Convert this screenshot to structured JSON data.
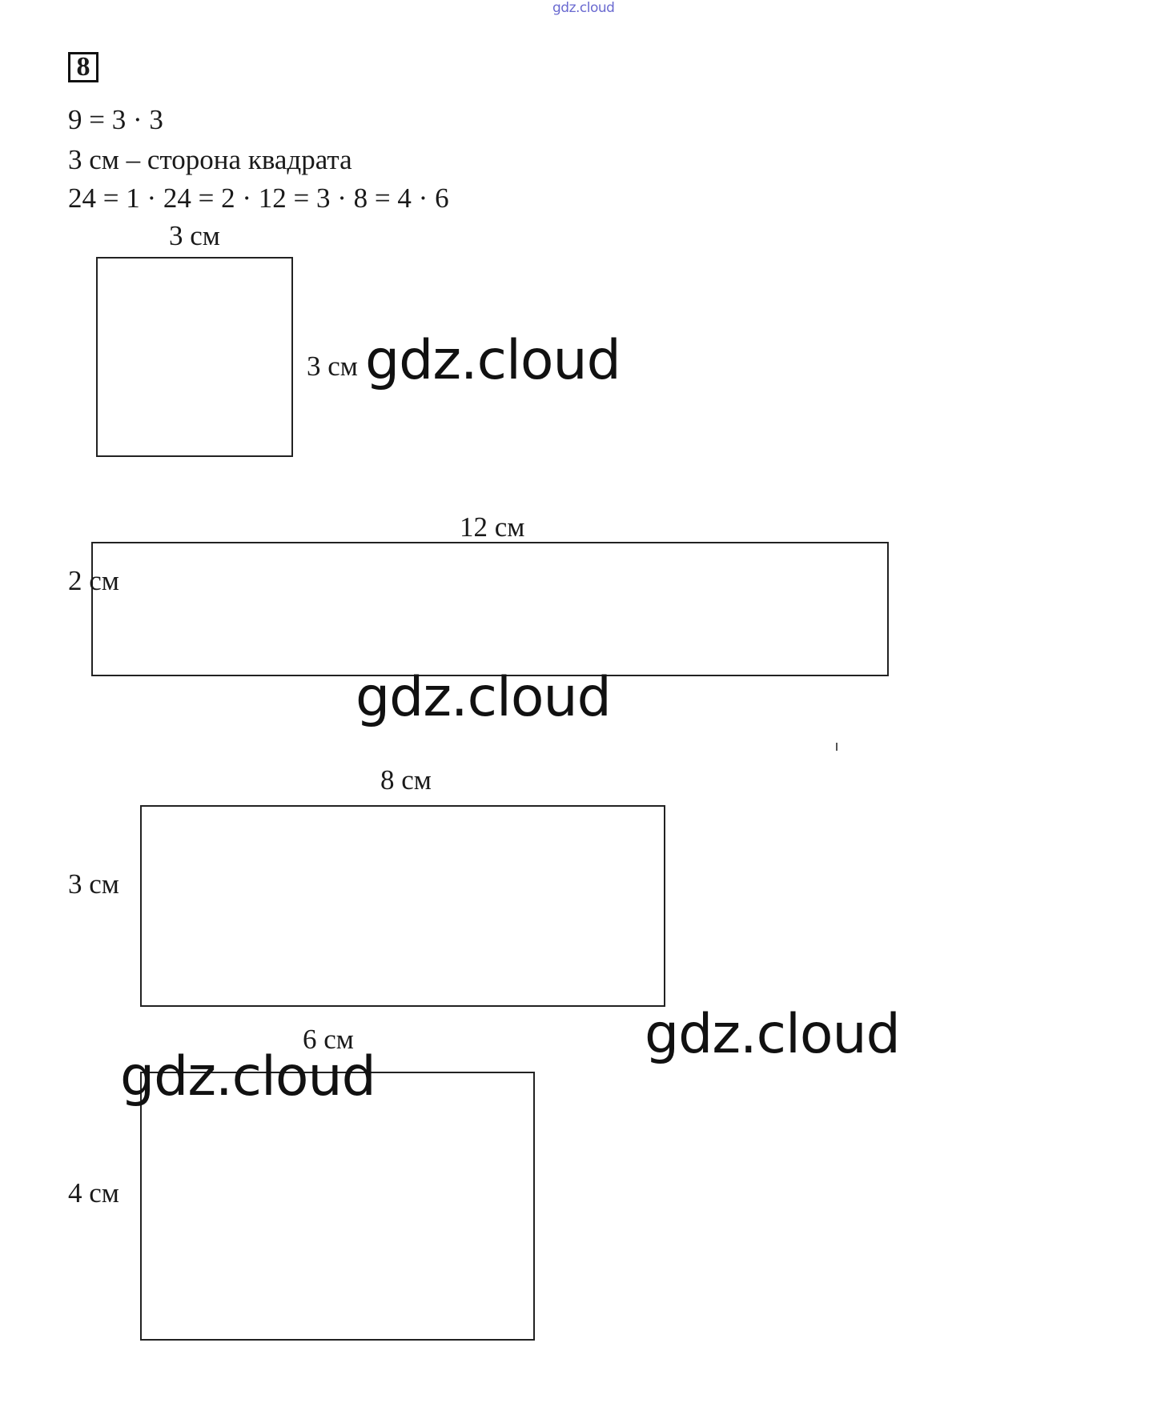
{
  "header_watermark": "gdz.cloud",
  "task_number": "8",
  "lines": [
    "9 = 3 · 3",
    "3 см – сторона квадрата",
    "24 = 1 · 24 = 2 · 12 = 3 · 8 = 4 · 6"
  ],
  "figures": {
    "square": {
      "top_label": "3 см",
      "side_label": "3 см"
    },
    "rect_2x12": {
      "top_label": "12 см",
      "side_label": "2 см"
    },
    "rect_3x8": {
      "top_label": "8 см",
      "side_label": "3 см"
    },
    "rect_4x6": {
      "top_label": "6 см",
      "side_label": "4 см"
    }
  },
  "watermarks": [
    "gdz.cloud",
    "gdz.cloud",
    "gdz.cloud",
    "gdz.cloud"
  ]
}
